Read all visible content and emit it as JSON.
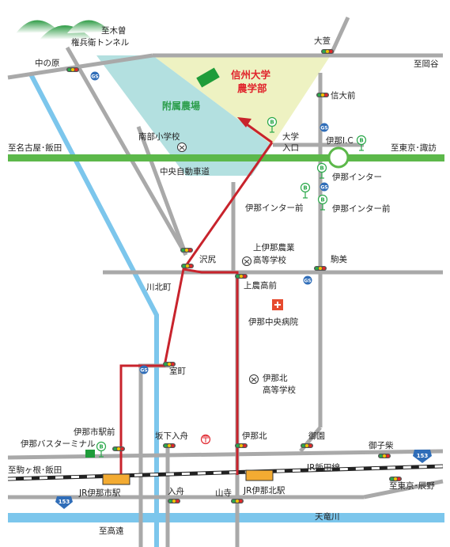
{
  "colors": {
    "road": "#a9a9a9",
    "expressway": "#5cb84a",
    "river": "#7cc6ec",
    "route": "#c8232c",
    "campus": "#eef2c2",
    "farm": "#b3e0e0",
    "building": "#1f9c3a",
    "station": "#f3ab32"
  },
  "labels": {
    "shitara_tunnel_1": "至木曽",
    "shitara_tunnel_2": "権兵衛トンネル",
    "ooniwa": "大萱",
    "to_okaya": "至岡谷",
    "nakanohara": "中の原",
    "university_1": "信州大学",
    "university_2": "農学部",
    "farm": "附属農場",
    "shindai_mae": "信大前",
    "nanbu_school": "南部小学校",
    "daigaku_iriguchi_1": "大学",
    "daigaku_iriguchi_2": "入口",
    "ina_ic": "伊那I.C",
    "to_nagoya": "至名古屋･飯田",
    "to_tokyo_suwa": "至東京･諏訪",
    "chuo_expressway": "中央自動車道",
    "ina_inter_1": "伊那インター",
    "ina_inter_mae_left": "伊那インター前",
    "ina_inter_mae_right": "伊那インター前",
    "kamiina_agri_1": "上伊那農業",
    "kamiina_agri_2": "高等学校",
    "sawajiri": "沢尻",
    "komami": "駒美",
    "kawakita": "川北町",
    "kamino_kokomae": "上農高前",
    "ina_hospital": "伊那中央病院",
    "muromachi": "室町",
    "inakita_high_1": "伊那北",
    "inakita_high_2": "高等学校",
    "ina_station_mae": "伊那市駅前",
    "ina_bus_terminal": "伊那バスターミナル",
    "sakashita_iribune": "坂下入舟",
    "inakita": "伊那北",
    "gosen": "御園",
    "mikoshiba": "御子柴",
    "to_komagane": "至駒ヶ根･飯田",
    "jr_iida_line": "JR飯田線",
    "to_tokyo_tatsuno": "至東京･辰野",
    "jr_inashi_station": "JR伊那市駅",
    "iribune": "入舟",
    "yamadera": "山寺",
    "jr_inakita_station": "JR伊那北駅",
    "tenryu_river": "天竜川",
    "to_takato": "至高遠",
    "route_153_left": "153",
    "route_153_right": "153"
  },
  "badges": {
    "gs": "GS",
    "bus": "B"
  }
}
